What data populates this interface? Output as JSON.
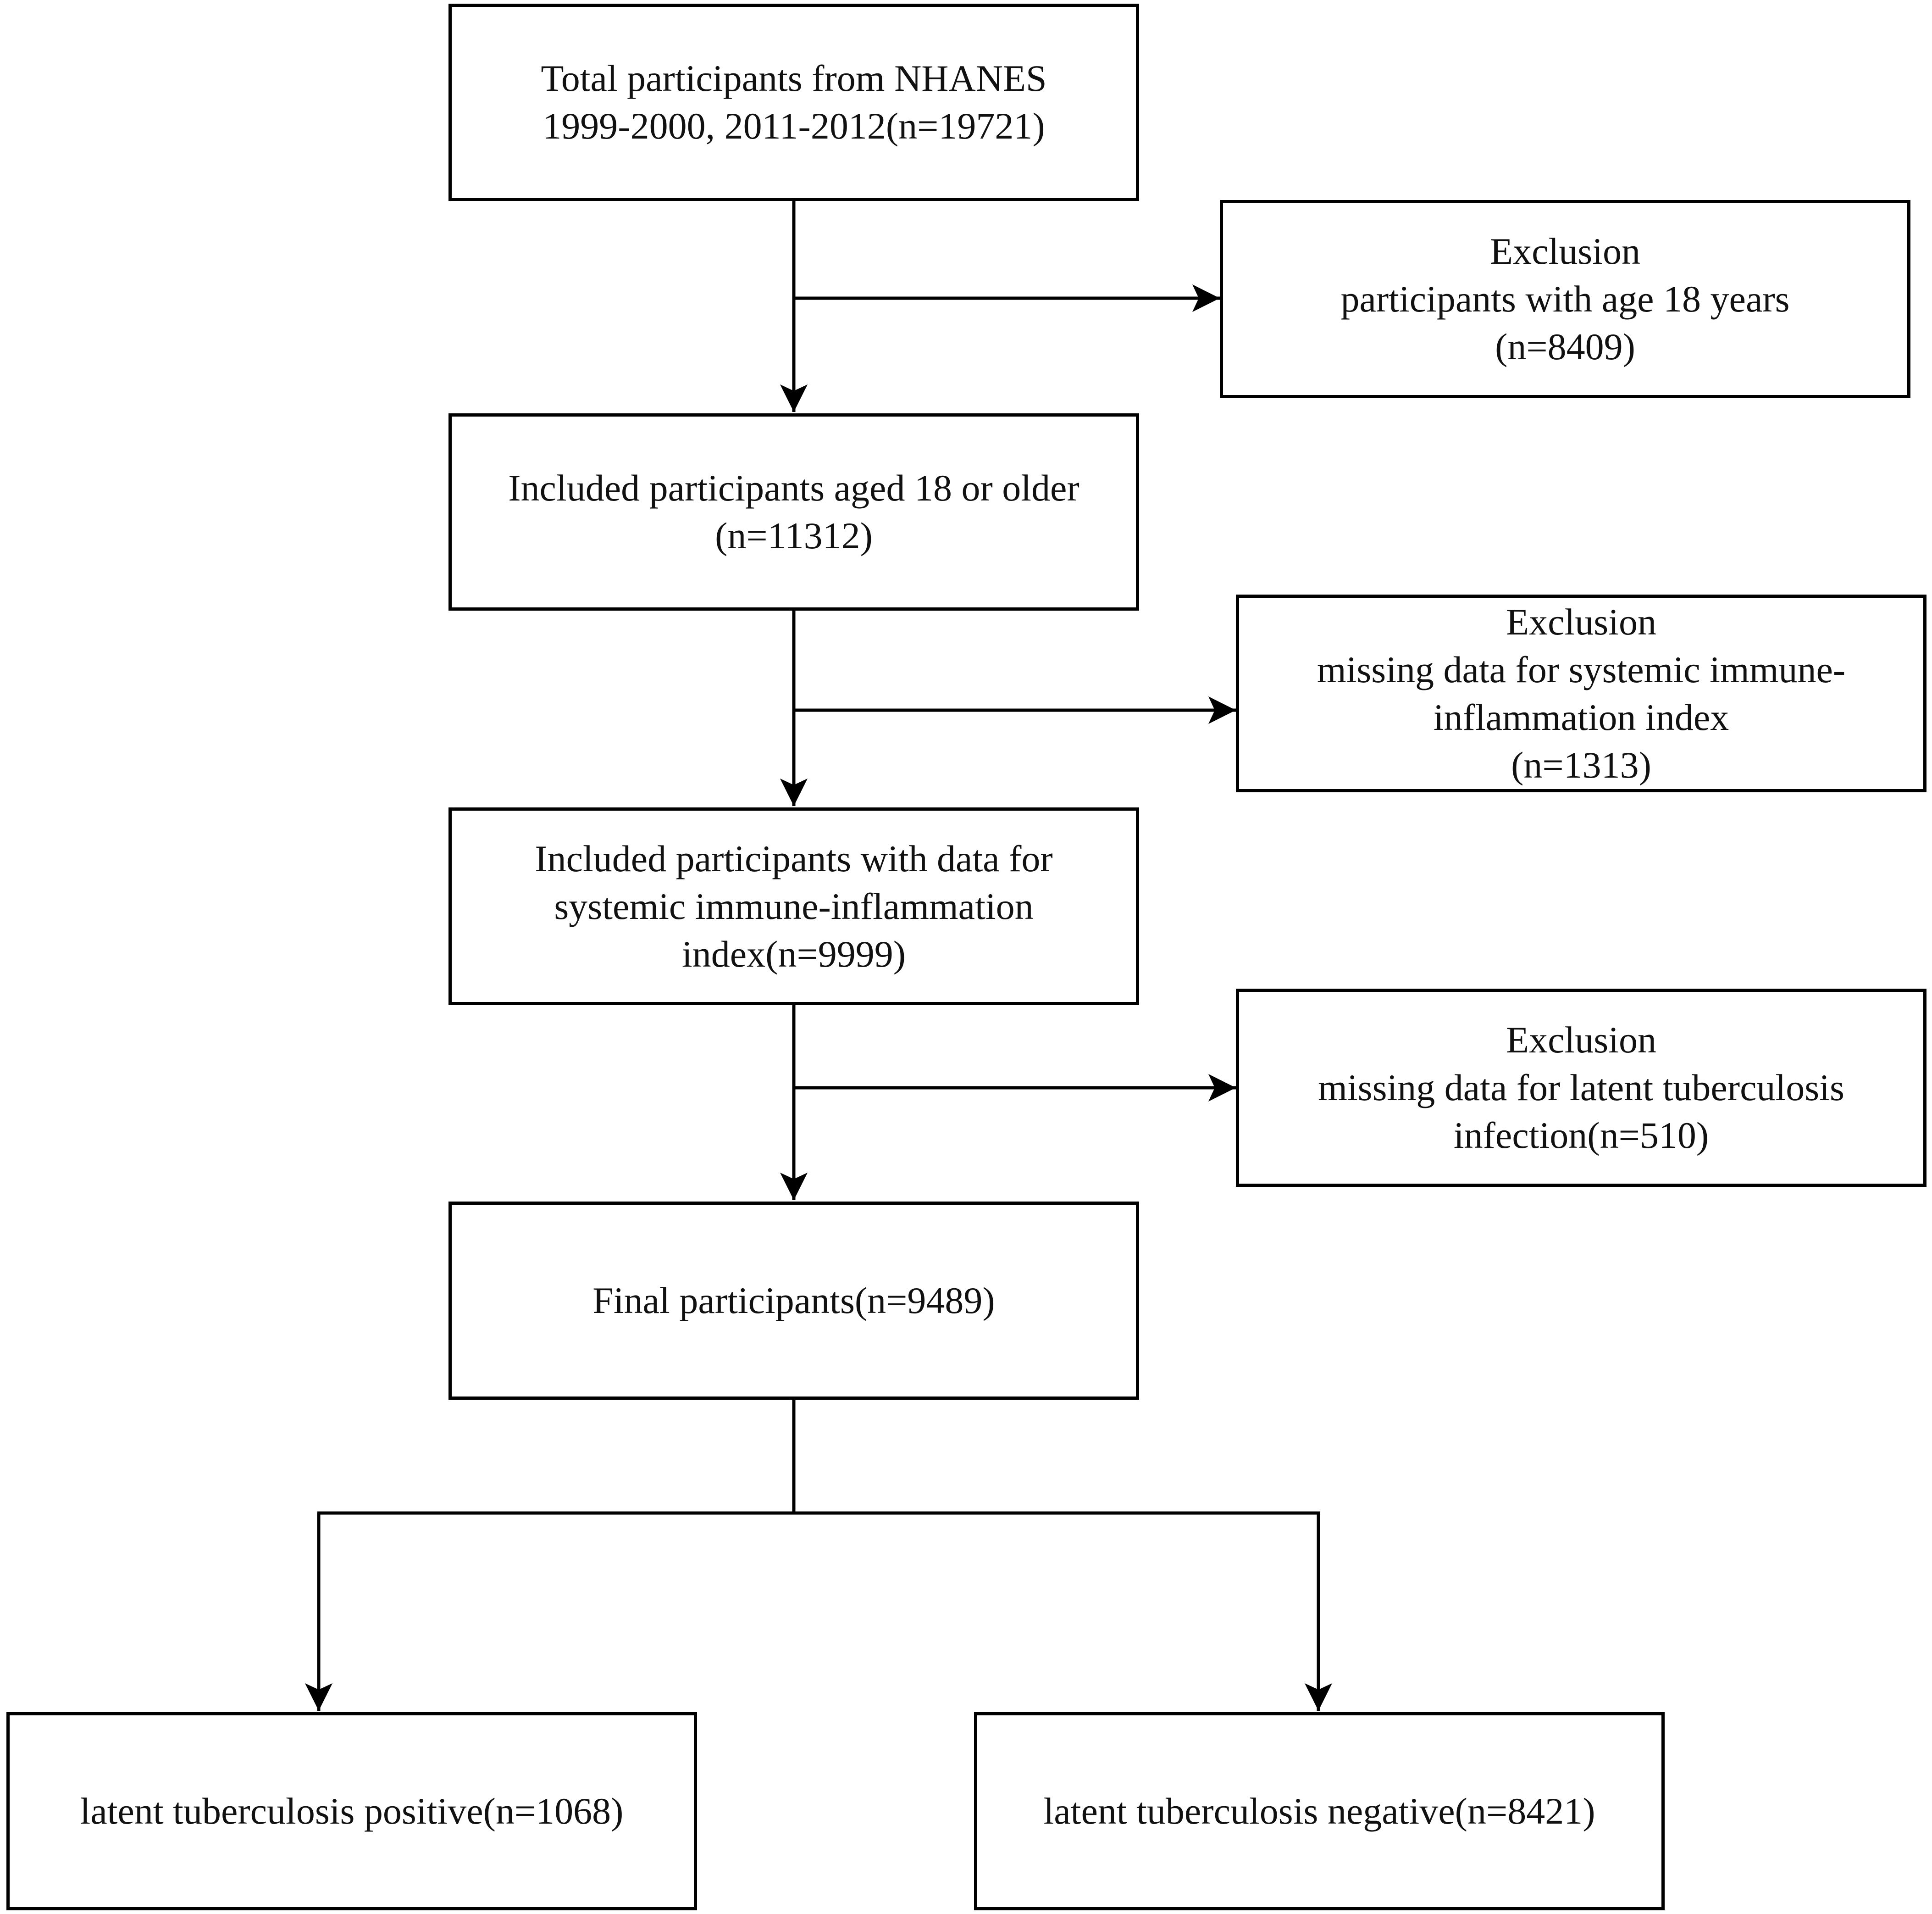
{
  "flowchart": {
    "main_boxes": [
      {
        "id": "total",
        "lines": [
          "Total participants from NHANES",
          "1999-2000, 2011-2012(n=19721)"
        ]
      },
      {
        "id": "age",
        "lines": [
          "Included participants aged 18 or older",
          "(n=11312)"
        ]
      },
      {
        "id": "sii",
        "lines": [
          "Included participants with data for",
          "systemic immune-inflammation",
          "index(n=9999)"
        ]
      },
      {
        "id": "final",
        "lines": [
          "Final participants(n=9489)"
        ]
      }
    ],
    "exclusion_boxes": [
      {
        "id": "excl-age",
        "lines": [
          "Exclusion",
          "participants with age 18 years",
          "(n=8409)"
        ]
      },
      {
        "id": "excl-sii",
        "lines": [
          "Exclusion",
          "missing data for systemic immune-",
          "inflammation index",
          "(n=1313)"
        ]
      },
      {
        "id": "excl-ltbi",
        "lines": [
          "Exclusion",
          "missing data for latent tuberculosis",
          "infection(n=510)"
        ]
      }
    ],
    "outcome_boxes": [
      {
        "id": "positive",
        "lines": [
          "latent tuberculosis positive(n=1068)"
        ]
      },
      {
        "id": "negative",
        "lines": [
          "latent tuberculosis negative(n=8421)"
        ]
      }
    ],
    "colors": {
      "stroke": "#000000",
      "text": "#111111",
      "background": "#ffffff"
    }
  }
}
